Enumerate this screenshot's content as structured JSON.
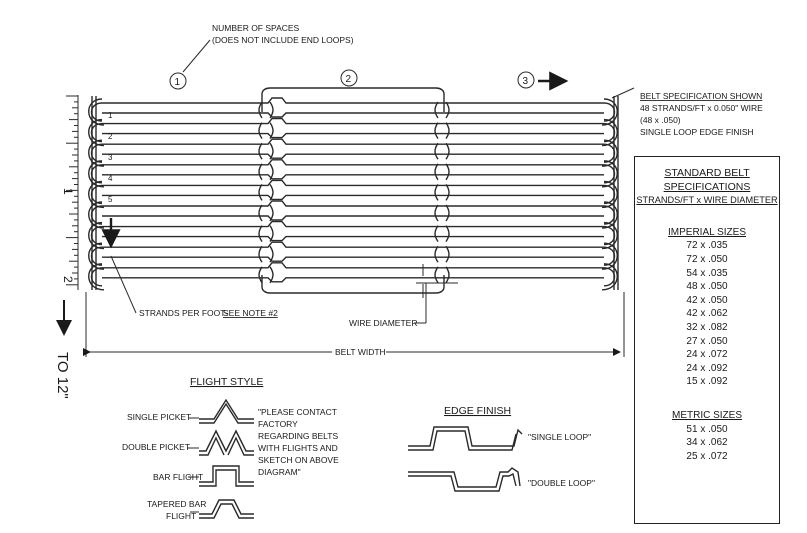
{
  "callouts": {
    "number_of_spaces": [
      "NUMBER OF SPACES",
      "(DOES NOT INCLUDE END LOOPS)"
    ],
    "circle_1": "1",
    "circle_2": "2",
    "circle_3": "3",
    "belt_spec_shown": [
      "BELT SPECIFICATION SHOWN",
      "48 STRANDS/FT x 0.050\" WIRE",
      "(48 x .050)",
      "SINGLE LOOP EDGE FINISH"
    ],
    "strands_per_foot": "STRANDS PER FOOT-",
    "see_note": "SEE NOTE #2",
    "wire_diameter": "WIRE DIAMETER",
    "belt_width": "BELT WIDTH",
    "ruler_label": "TO 12\"",
    "ruler_1": "1",
    "ruler_2": "2"
  },
  "strand_numbers": [
    "1",
    "2",
    "3",
    "4",
    "5"
  ],
  "spec_table": {
    "title_lines": [
      "STANDARD BELT",
      "SPECIFICATIONS",
      "STRANDS/FT x WIRE DIAMETER"
    ],
    "imperial_heading": "IMPERIAL SIZES",
    "imperial": [
      "72 x .035",
      "72 x .050",
      "54 x .035",
      "48 x .050",
      "42 x .050",
      "42 x .062",
      "32 x .082",
      "27 x .050",
      "24 x .072",
      "24 x .092",
      "15 x .092"
    ],
    "metric_heading": "METRIC SIZES",
    "metric": [
      "51 x .050",
      "34 x .062",
      "25 x .072"
    ]
  },
  "flight_style": {
    "title": "FLIGHT STYLE",
    "items": [
      "SINGLE PICKET",
      "DOUBLE PICKET",
      "BAR FLIGHT",
      "TAPERED BAR",
      "FLIGHT"
    ],
    "note": [
      "\"PLEASE CONTACT",
      "FACTORY",
      "REGARDING BELTS",
      "WITH FLIGHTS AND",
      "SKETCH ON ABOVE",
      "DIAGRAM\""
    ]
  },
  "edge_finish": {
    "title": "EDGE FINISH",
    "single": "\"SINGLE LOOP\"",
    "double": "\"DOUBLE LOOP\""
  }
}
